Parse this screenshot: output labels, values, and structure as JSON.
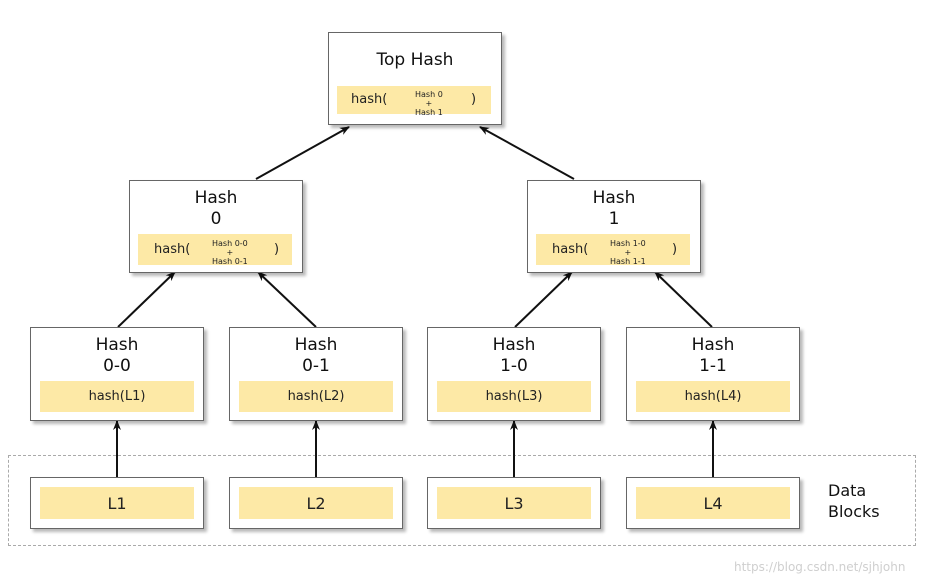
{
  "top": {
    "title": "Top Hash",
    "fn": "hash(",
    "a": "Hash 0",
    "plus": "+",
    "b": "Hash 1",
    "close": ")"
  },
  "h0": {
    "title": "Hash\n0",
    "fn": "hash(",
    "a": "Hash 0-0",
    "plus": "+",
    "b": "Hash 0-1",
    "close": ")"
  },
  "h1": {
    "title": "Hash\n1",
    "fn": "hash(",
    "a": "Hash 1-0",
    "plus": "+",
    "b": "Hash 1-1",
    "close": ")"
  },
  "h00": {
    "title": "Hash\n0-0",
    "value": "hash(L1)"
  },
  "h01": {
    "title": "Hash\n0-1",
    "value": "hash(L2)"
  },
  "h10": {
    "title": "Hash\n1-0",
    "value": "hash(L3)"
  },
  "h11": {
    "title": "Hash\n1-1",
    "value": "hash(L4)"
  },
  "leaves": {
    "l1": "L1",
    "l2": "L2",
    "l3": "L3",
    "l4": "L4"
  },
  "data_blocks_label": "Data\nBlocks",
  "watermark": "https://blog.csdn.net/sjhjohn",
  "colors": {
    "band": "#fde9a6",
    "border": "#666666",
    "arrow": "#111111",
    "dash": "#aaaaaa"
  }
}
